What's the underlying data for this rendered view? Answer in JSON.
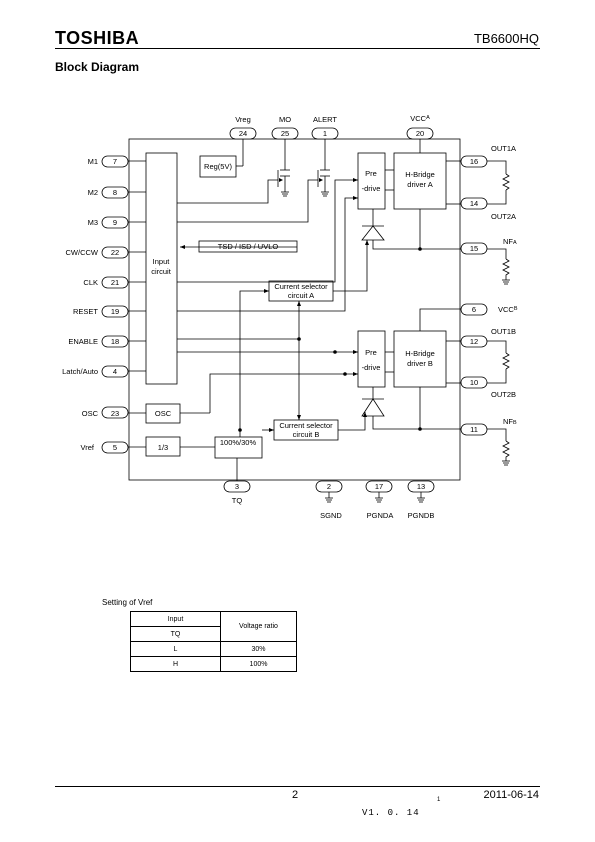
{
  "header": {
    "logo": "TOSHIBA",
    "part_number": "TB6600HQ"
  },
  "section_title": "Block Diagram",
  "diagram": {
    "left_pins": [
      {
        "name": "M1",
        "num": "7"
      },
      {
        "name": "M2",
        "num": "8"
      },
      {
        "name": "M3",
        "num": "9"
      },
      {
        "name": "CW/CCW",
        "num": "22"
      },
      {
        "name": "CLK",
        "num": "21"
      },
      {
        "name": "RESET",
        "num": "19"
      },
      {
        "name": "ENABLE",
        "num": "18"
      },
      {
        "name": "Latch/Auto",
        "num": "4"
      },
      {
        "name": "OSC",
        "num": "23"
      },
      {
        "name": "Vref",
        "num": "5"
      }
    ],
    "top_pins": [
      {
        "name": "Vreg",
        "num": "24"
      },
      {
        "name": "MO",
        "num": "25"
      },
      {
        "name": "ALERT",
        "num": "1"
      },
      {
        "name": "VCC",
        "sub": "A",
        "num": "20"
      }
    ],
    "right_pins": [
      {
        "name": "OUT1A",
        "num": "16"
      },
      {
        "name": "OUT2A",
        "num": "14"
      },
      {
        "name": "NF",
        "sub": "A",
        "num": "15"
      },
      {
        "name": "VCC",
        "sub": "B",
        "num": "6"
      },
      {
        "name": "OUT1B",
        "num": "12"
      },
      {
        "name": "OUT2B",
        "num": "10"
      },
      {
        "name": "NF",
        "sub": "B",
        "num": "11"
      }
    ],
    "bottom_pins": [
      {
        "name": "TQ",
        "num": "3"
      },
      {
        "name": "SGND",
        "num": "2"
      },
      {
        "name": "PGNDA",
        "num": "17"
      },
      {
        "name": "PGNDB",
        "num": "13"
      }
    ],
    "blocks": {
      "input_circuit_line1": "Input",
      "input_circuit_line2": "circuit",
      "regulator": "Reg(5V)",
      "tsd": "TSD / ISD / UVLO",
      "current_selector_a_line1": "Current selector",
      "current_selector_a_line2": "circuit A",
      "current_selector_b_line1": "Current selector",
      "current_selector_b_line2": "circuit B",
      "predrive_line1": "Pre",
      "predrive_line2": "-drive",
      "hbridge_a_line1": "H-Bridge",
      "hbridge_a_line2": "driver A",
      "hbridge_b_line1": "H-Bridge",
      "hbridge_b_line2": "driver B",
      "osc": "OSC",
      "divider": "1/3",
      "ratio": "100%/30%"
    }
  },
  "vref_table": {
    "caption": "Setting of Vref",
    "header_input": "Input",
    "header_tq": "TQ",
    "header_ratio": "Voltage ratio",
    "rows": [
      {
        "tq": "L",
        "ratio": "30%"
      },
      {
        "tq": "H",
        "ratio": "100%"
      }
    ]
  },
  "footer": {
    "page": "2",
    "date": "2011-06-14",
    "note": "1",
    "version": "V1. 0. 14"
  }
}
